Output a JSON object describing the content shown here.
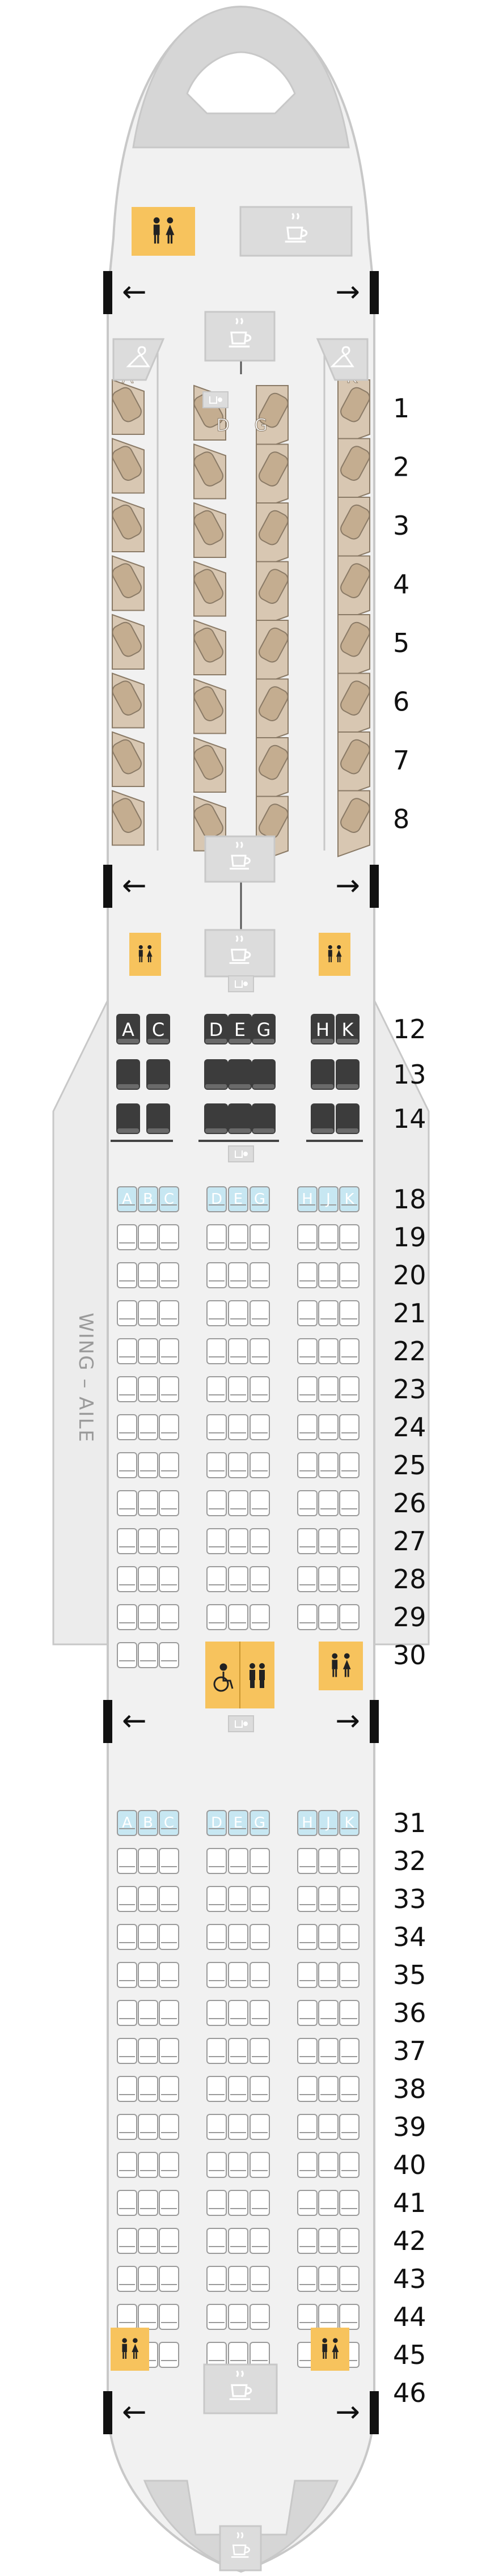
{
  "colors": {
    "fuselage": "#f1f1f1",
    "fuselage_outline": "#c8c8c8",
    "nose_cone": "#d6d6d6",
    "lavatory": "#f7c35d",
    "galley": "#dcdcdc",
    "business_seat": "#d8c7b2",
    "premium_seat": "#3c3c3c",
    "economy_seat": "#ffffff",
    "economy_seat_outline": "#9a9a9a",
    "header_seat": "#c7e7f2",
    "exit_door": "#111111",
    "wing": "#ececec"
  },
  "wing_label": "WING – AILE",
  "exit_rows": [
    {
      "arrow_left": "←",
      "arrow_right": "→"
    },
    {
      "arrow_left": "←",
      "arrow_right": "→"
    },
    {
      "arrow_left": "←",
      "arrow_right": "→"
    },
    {
      "arrow_left": "←",
      "arrow_right": "→"
    }
  ],
  "icons": {
    "lavatory": "lavatory-icon",
    "galley": "coffee-cup-icon",
    "closet": "coat-hanger-icon",
    "bassinet": "bassinet-icon",
    "accessible": "wheelchair-icon"
  },
  "business": {
    "seat_letters": [
      "A",
      "D",
      "G",
      "K"
    ],
    "rows": [
      "1",
      "2",
      "3",
      "4",
      "5",
      "6",
      "7",
      "8"
    ]
  },
  "premium": {
    "seat_letters": [
      "A",
      "C",
      "D",
      "E",
      "G",
      "H",
      "K"
    ],
    "rows": [
      "12",
      "13",
      "14"
    ]
  },
  "economy_1": {
    "seat_letters": [
      "A",
      "B",
      "C",
      "D",
      "E",
      "G",
      "H",
      "J",
      "K"
    ],
    "rows": [
      "18",
      "19",
      "20",
      "21",
      "22",
      "23",
      "24",
      "25",
      "26",
      "27",
      "28",
      "29",
      "30"
    ]
  },
  "economy_2": {
    "seat_letters": [
      "A",
      "B",
      "C",
      "D",
      "E",
      "G",
      "H",
      "J",
      "K"
    ],
    "rows": [
      "31",
      "32",
      "33",
      "34",
      "35",
      "36",
      "37",
      "38",
      "39",
      "40",
      "41",
      "42",
      "43",
      "44",
      "45",
      "46"
    ]
  }
}
